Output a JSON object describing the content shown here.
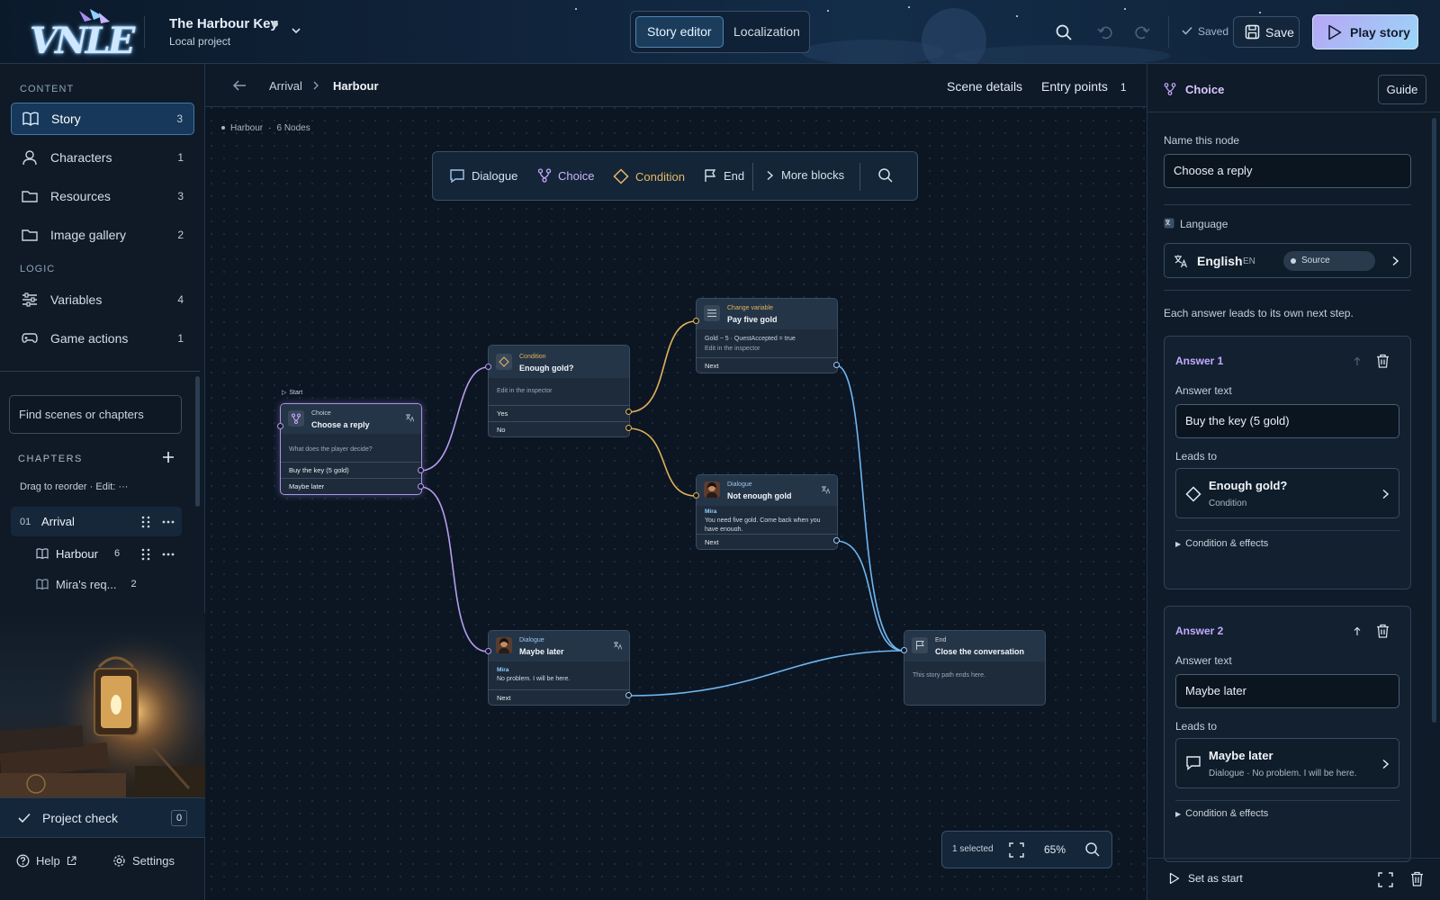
{
  "app": {
    "logo_text": "VNLE",
    "project_title": "The Harbour Key",
    "project_subtitle": "Local project"
  },
  "modes": {
    "active": "Story editor",
    "other": "Localization"
  },
  "toolbar": {
    "saved_label": "Saved",
    "save_label": "Save",
    "play_label": "Play story"
  },
  "sidebar": {
    "content_label": "CONTENT",
    "items": [
      {
        "label": "Story",
        "count": "3"
      },
      {
        "label": "Characters",
        "count": "1"
      },
      {
        "label": "Resources",
        "count": "3"
      },
      {
        "label": "Image gallery",
        "count": "2"
      }
    ],
    "logic_label": "LOGIC",
    "logic_items": [
      {
        "label": "Variables",
        "count": "4"
      },
      {
        "label": "Game actions",
        "count": "1"
      }
    ],
    "find_placeholder": "Find scenes or chapters",
    "chapters_label": "CHAPTERS",
    "drag_hint": "Drag to reorder · Edit: ···",
    "chapter": {
      "num": "01",
      "name": "Arrival"
    },
    "scenes": [
      {
        "name": "Harbour",
        "count": "6"
      },
      {
        "name": "Mira's req...",
        "count": "2"
      }
    ],
    "project_check": {
      "label": "Project check",
      "count": "0"
    },
    "help": "Help",
    "settings": "Settings"
  },
  "canvas": {
    "breadcrumb": [
      "Arrival",
      "Harbour"
    ],
    "scene_details": "Scene details",
    "entry_points_label": "Entry points",
    "entry_points_count": "1",
    "scene_name": "Harbour",
    "node_count": "6 Nodes",
    "palette": [
      "Dialogue",
      "Choice",
      "Condition",
      "End",
      "More blocks"
    ],
    "start_label": "Start",
    "zoom": {
      "selected": "1 selected",
      "level": "65%"
    }
  },
  "nodes": {
    "choice": {
      "type": "Choice",
      "title": "Choose a reply",
      "body": "What does the player decide?",
      "ports": [
        "Buy the key (5 gold)",
        "Maybe later"
      ]
    },
    "condition": {
      "type": "Condition",
      "title": "Enough gold?",
      "body": "Edit in the inspector",
      "ports": [
        "Yes",
        "No"
      ]
    },
    "change": {
      "type": "Change variable",
      "title": "Pay five gold",
      "body1": "Gold − 5 · QuestAccepted = true",
      "body2": "Edit in the inspector",
      "port": "Next"
    },
    "dlg_notenough": {
      "type": "Dialogue",
      "title": "Not enough gold",
      "speaker": "Mira",
      "body": "You need five gold. Come back when you have enough.",
      "port": "Next"
    },
    "dlg_later": {
      "type": "Dialogue",
      "title": "Maybe later",
      "speaker": "Mira",
      "body": "No problem. I will be here.",
      "port": "Next"
    },
    "end": {
      "type": "End",
      "title": "Close the conversation",
      "body": "This story path ends here."
    }
  },
  "inspector": {
    "title": "Choice",
    "guide": "Guide",
    "name_label": "Name this node",
    "name_value": "Choose a reply",
    "language_label": "Language",
    "language_name": "English",
    "language_code": "EN",
    "language_badge": "Source",
    "hint": "Each answer leads to its own next step.",
    "answers": [
      {
        "title": "Answer 1",
        "text_label": "Answer text",
        "text": "Buy the key (5 gold)",
        "leads_label": "Leads to",
        "lead_title": "Enough gold?",
        "lead_sub": "Condition",
        "cond": "Condition & effects"
      },
      {
        "title": "Answer 2",
        "text_label": "Answer text",
        "text": "Maybe later",
        "leads_label": "Leads to",
        "lead_title": "Maybe later",
        "lead_sub": "Dialogue · No problem. I will be here.",
        "cond": "Condition & effects"
      }
    ],
    "set_start": "Set as start"
  },
  "colors": {
    "accent": "#a995e6",
    "link_blue": "#6fb6ef",
    "condition_gold": "#e0b25a",
    "choice_violet": "#c7a8ff"
  }
}
